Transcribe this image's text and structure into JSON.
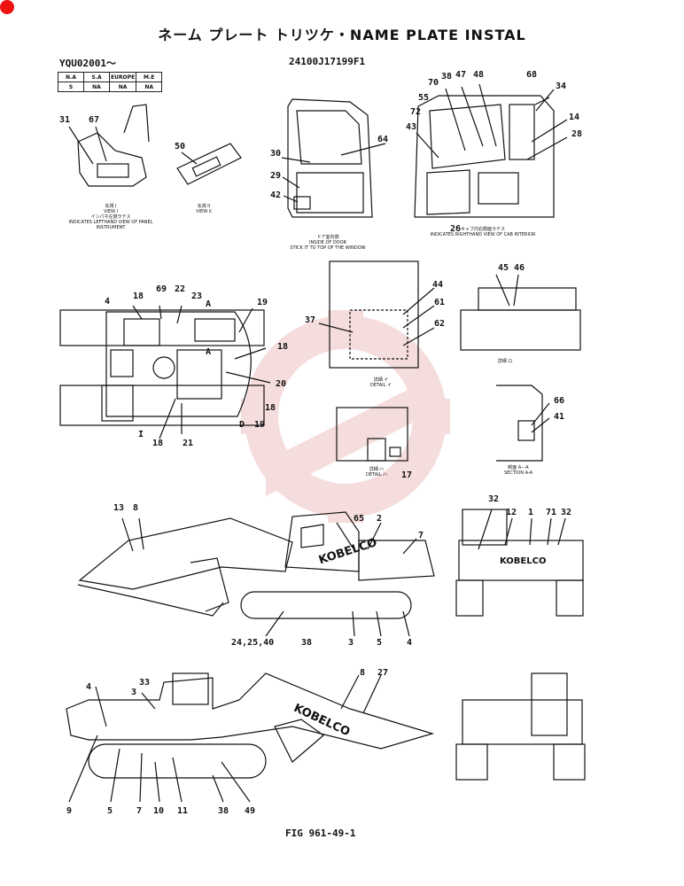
{
  "header": {
    "title": "ネーム プレート トリツケ・NAME PLATE INSTAL",
    "serial": "YQU02001～",
    "part_number": "24100J17199F1",
    "figure": "FIG 961-49-1"
  },
  "market_table": {
    "headers": [
      "N.A",
      "S.A",
      "EUROPE",
      "M.E"
    ],
    "values": [
      "S",
      "NA",
      "NA",
      "NA"
    ]
  },
  "captions": {
    "view1_jp": "矢視 I",
    "view1_en": "VIEW I",
    "view1_sub_jp": "インパネ左側ラテス",
    "view1_sub_en": "INDICATES LEFTHAND VIEW OF PANEL INSTRUMENT",
    "view2_jp": "矢視 II",
    "view2_en": "VIEW II",
    "door_jp": "ドア室内側",
    "door_en": "INSIDE OF DOOR",
    "door_sub": "STICK IT TO TOP OF THE WINDOW",
    "cab_jp": "キャブ内右側面ラテス",
    "cab_en": "INDICATES RIGHTHAND VIEW OF CAB INTERIOR",
    "detail_i_jp": "詳細 イ",
    "detail_i_en": "DETAIL イ",
    "detail_ro_jp": "詳細 ロ",
    "detail_ha_jp": "詳細 ハ",
    "detail_ha_en": "DETAIL ハ",
    "section_jp": "断面 A－A",
    "section_en": "SECTION A-A"
  },
  "brand": "KOBELCO",
  "colors": {
    "ink": "#111111",
    "watermark": "#e8a0a0",
    "badge": "#e11111"
  },
  "callouts": [
    {
      "id": "c31",
      "text": "31"
    },
    {
      "id": "c67",
      "text": "67"
    },
    {
      "id": "c50",
      "text": "50"
    },
    {
      "id": "c30",
      "text": "30"
    },
    {
      "id": "c29",
      "text": "29"
    },
    {
      "id": "c42",
      "text": "42"
    },
    {
      "id": "c64",
      "text": "64"
    },
    {
      "id": "c70",
      "text": "70"
    },
    {
      "id": "c38a",
      "text": "38"
    },
    {
      "id": "c47",
      "text": "47"
    },
    {
      "id": "c48",
      "text": "48"
    },
    {
      "id": "c68",
      "text": "68"
    },
    {
      "id": "c34",
      "text": "34"
    },
    {
      "id": "c55",
      "text": "55"
    },
    {
      "id": "c72",
      "text": "72"
    },
    {
      "id": "c43",
      "text": "43"
    },
    {
      "id": "c14",
      "text": "14"
    },
    {
      "id": "c28",
      "text": "28"
    },
    {
      "id": "c26",
      "text": "26"
    },
    {
      "id": "c4a",
      "text": "4"
    },
    {
      "id": "c18a",
      "text": "18"
    },
    {
      "id": "c69",
      "text": "69"
    },
    {
      "id": "c22",
      "text": "22"
    },
    {
      "id": "c23",
      "text": "23"
    },
    {
      "id": "cA1",
      "text": "A"
    },
    {
      "id": "c19a",
      "text": "19"
    },
    {
      "id": "c18b",
      "text": "18"
    },
    {
      "id": "c20",
      "text": "20"
    },
    {
      "id": "c18c",
      "text": "18"
    },
    {
      "id": "cD",
      "text": "D"
    },
    {
      "id": "c19b",
      "text": "19"
    },
    {
      "id": "cA2",
      "text": "A"
    },
    {
      "id": "c18d",
      "text": "18"
    },
    {
      "id": "c21",
      "text": "21"
    },
    {
      "id": "cI",
      "text": "I"
    },
    {
      "id": "c44",
      "text": "44"
    },
    {
      "id": "c61",
      "text": "61"
    },
    {
      "id": "c37",
      "text": "37"
    },
    {
      "id": "c62",
      "text": "62"
    },
    {
      "id": "c45",
      "text": "45"
    },
    {
      "id": "c46",
      "text": "46"
    },
    {
      "id": "c66",
      "text": "66"
    },
    {
      "id": "c41",
      "text": "41"
    },
    {
      "id": "c17",
      "text": "17"
    },
    {
      "id": "c13",
      "text": "13"
    },
    {
      "id": "c8a",
      "text": "8"
    },
    {
      "id": "c65",
      "text": "65"
    },
    {
      "id": "c2",
      "text": "2"
    },
    {
      "id": "c7a",
      "text": "7"
    },
    {
      "id": "c32a",
      "text": "32"
    },
    {
      "id": "c12",
      "text": "12"
    },
    {
      "id": "c1",
      "text": "1"
    },
    {
      "id": "c71",
      "text": "71"
    },
    {
      "id": "c32b",
      "text": "32"
    },
    {
      "id": "c242540",
      "text": "24,25,40"
    },
    {
      "id": "c38b",
      "text": "38"
    },
    {
      "id": "c3a",
      "text": "3"
    },
    {
      "id": "c5a",
      "text": "5"
    },
    {
      "id": "c4b",
      "text": "4"
    },
    {
      "id": "c8b",
      "text": "8"
    },
    {
      "id": "c27",
      "text": "27"
    },
    {
      "id": "c4c",
      "text": "4"
    },
    {
      "id": "c33",
      "text": "33"
    },
    {
      "id": "c3b",
      "text": "3"
    },
    {
      "id": "c9",
      "text": "9"
    },
    {
      "id": "c5b",
      "text": "5"
    },
    {
      "id": "c7b",
      "text": "7"
    },
    {
      "id": "c10",
      "text": "10"
    },
    {
      "id": "c11",
      "text": "11"
    },
    {
      "id": "c38c",
      "text": "38"
    },
    {
      "id": "c49",
      "text": "49"
    }
  ]
}
